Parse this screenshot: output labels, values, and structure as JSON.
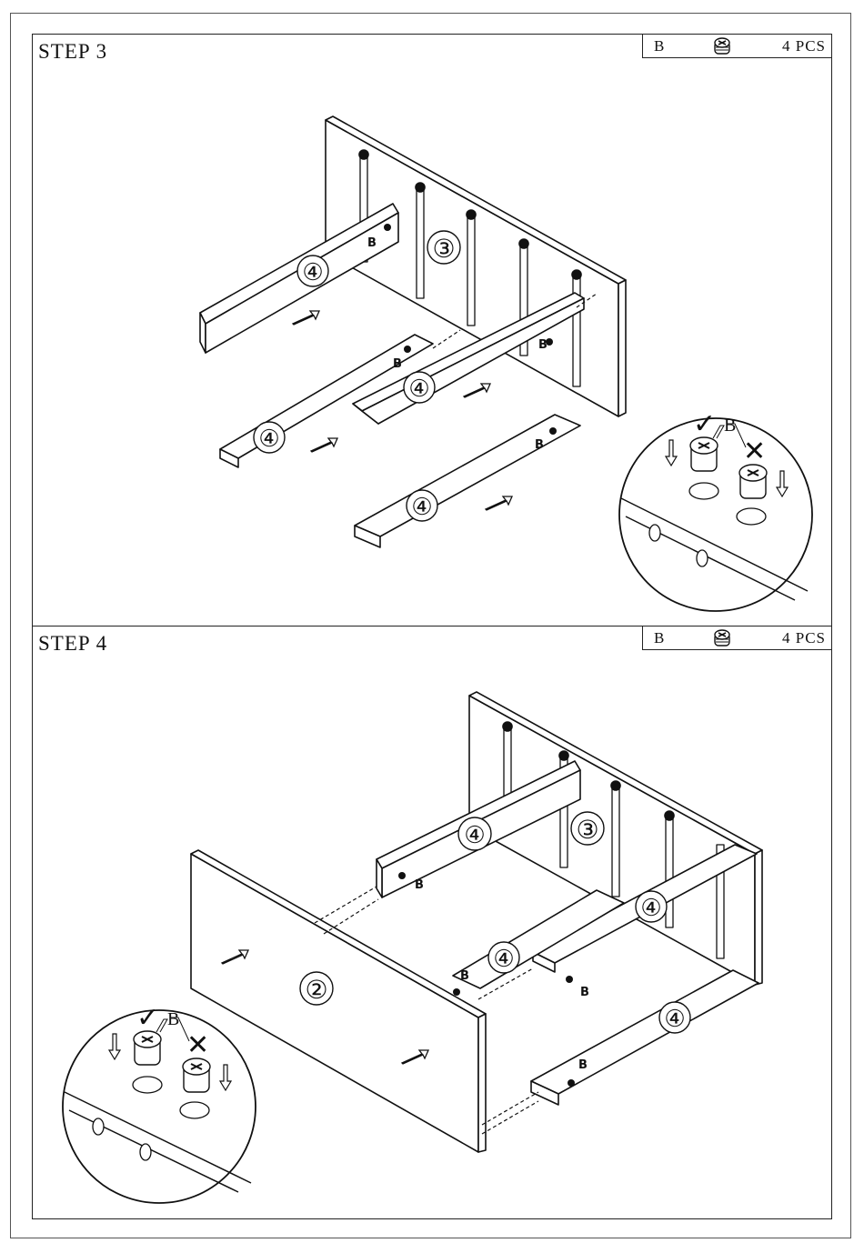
{
  "steps": [
    {
      "title": "STEP 3",
      "parts": {
        "code": "B",
        "icon": "cam-lock-icon",
        "quantity": "4 PCS"
      },
      "labels": {
        "back_panel": "③",
        "rail": "④",
        "fastener": "B"
      }
    },
    {
      "title": "STEP 4",
      "parts": {
        "code": "B",
        "icon": "cam-lock-icon",
        "quantity": "4 PCS"
      },
      "labels": {
        "back_panel": "③",
        "front_panel": "②",
        "rail": "④",
        "fastener": "B"
      }
    }
  ],
  "detail": {
    "cam_label": "B",
    "correct_mark": "✓",
    "wrong_mark": "✕"
  },
  "colors": {
    "line": "#111111",
    "paper": "#ffffff"
  }
}
